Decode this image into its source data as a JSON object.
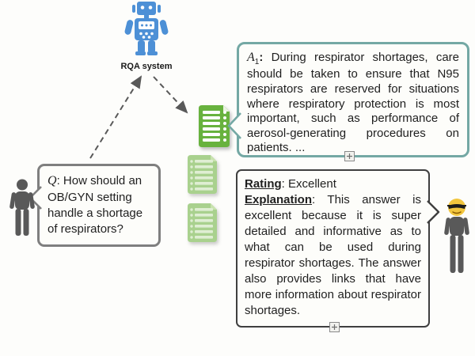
{
  "colors": {
    "canvas_bg": "#fdfdfb",
    "bubble_bg": "#fdfdfa",
    "text_color": "#1f1f1f",
    "answer_border": "#74a8a4",
    "question_border": "#7f7f7f",
    "rating_border": "#3f3f3f",
    "robot_blue": "#4d90d6",
    "doc_green": "#68b23e",
    "doc_green_faded": "#a9d18e",
    "doc_stripe_faded": "#dfeed3",
    "person_gray": "#595959",
    "emoji_yellow": "#f2c63e",
    "arrow_gray": "#595959"
  },
  "rqa": {
    "label": "RQA system"
  },
  "answer_bubble": {
    "label_letter": "A",
    "label_sub": "1",
    "label_colon": ":",
    "text": " During respirator shortages, care should be taken to ensure that N95 respirators are reserved for situations where respiratory protection is most important, such as performance of aerosol-generating procedures on patients. ..."
  },
  "question_bubble": {
    "label_letter": "Q",
    "text": ": How should an OB/GYN setting handle a shortage of respirators?"
  },
  "rating_bubble": {
    "rating_label": "Rating",
    "rating_value": ": Excellent",
    "explanation_label": "Explanation",
    "explanation_text": ": This answer is excellent because it is super detailed and informative as to what can be used during respirator shortages. The answer also provides links that have more information about respirator shortages."
  },
  "icons": {
    "robot": "robot-icon",
    "document_top": "document-list-icon",
    "document_middle": "document-list-icon-faded",
    "document_bottom": "document-list-icon-faded",
    "person_left": "person-icon",
    "person_right": "person-sunglasses-icon",
    "expand_handle": "expand-handle-icon",
    "arrows": "dashed-arrow"
  }
}
